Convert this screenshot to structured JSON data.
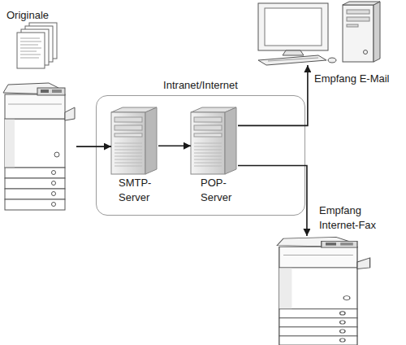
{
  "diagram": {
    "nodes": [
      {
        "text": [
          "Originale"
        ]
      },
      {
        "text": [
          "Intranet/Internet"
        ]
      },
      {
        "text": [
          "SMTP- Server"
        ],
        "in": 1
      },
      {
        "text": [
          "POP- Server"
        ],
        "in": 1
      },
      {
        "text": [
          "Empfang E-Mail"
        ]
      },
      {
        "text": [
          "Empfang Internet-Fax"
        ]
      }
    ],
    "edges": [
      {
        "from": 0,
        "to": 2,
        "arrow": "to"
      },
      {
        "from": 2,
        "to": 3,
        "arrow": "to"
      },
      {
        "from": 3,
        "to": 4,
        "arrow": "to"
      },
      {
        "from": 3,
        "to": 5,
        "arrow": "to"
      }
    ]
  }
}
